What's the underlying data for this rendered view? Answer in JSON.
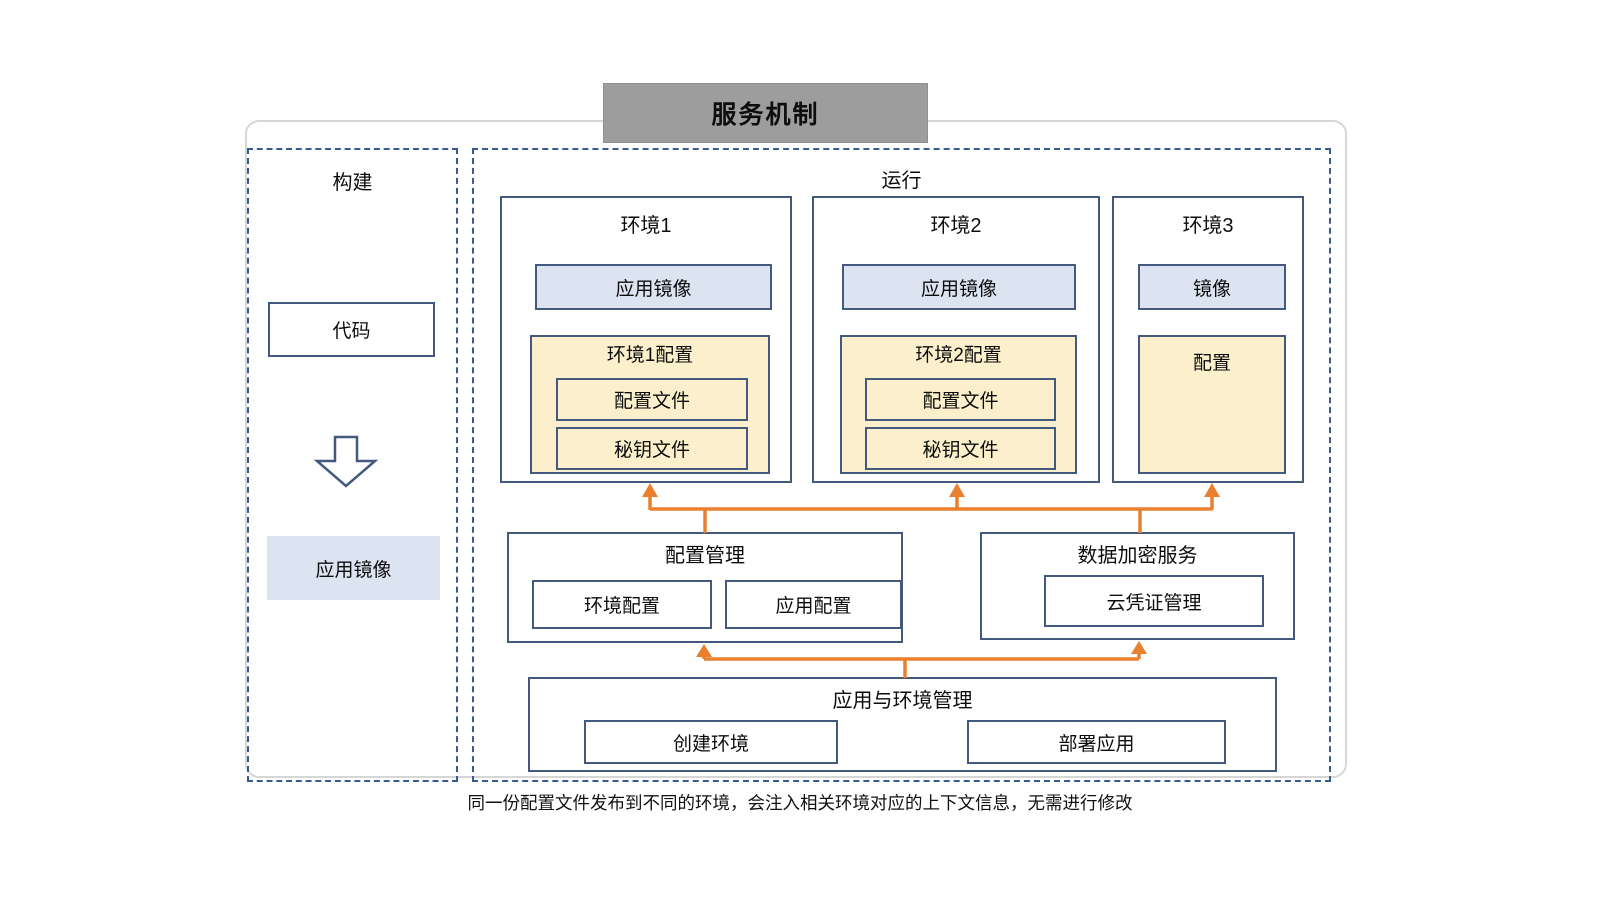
{
  "title": "服务机制",
  "caption": "同一份配置文件发布到不同的环境，会注入相关环境对应的上下文信息，无需进行修改",
  "build": {
    "label": "构建",
    "code": "代码",
    "app_image": "应用镜像"
  },
  "run": {
    "label": "运行",
    "envs": [
      {
        "title": "环境1",
        "image": "应用镜像",
        "config_title": "环境1配置",
        "items": [
          "配置文件",
          "秘钥文件"
        ]
      },
      {
        "title": "环境2",
        "image": "应用镜像",
        "config_title": "环境2配置",
        "items": [
          "配置文件",
          "秘钥文件"
        ]
      },
      {
        "title": "环境3",
        "image": "镜像",
        "config_title": "配置",
        "items": []
      }
    ],
    "config_management": {
      "title": "配置管理",
      "items": [
        "环境配置",
        "应用配置"
      ]
    },
    "encryption_service": {
      "title": "数据加密服务",
      "items": [
        "云凭证管理"
      ]
    },
    "app_env_management": {
      "title": "应用与环境管理",
      "items": [
        "创建环境",
        "部署应用"
      ]
    }
  },
  "colors": {
    "orange": "#E8802F",
    "border_blue": "#44597E",
    "dashed_blue": "#3A5A94",
    "light_blue": "#DCE4F2",
    "yellow": "#FBF0CB",
    "title_gray": "#9D9D9D"
  }
}
